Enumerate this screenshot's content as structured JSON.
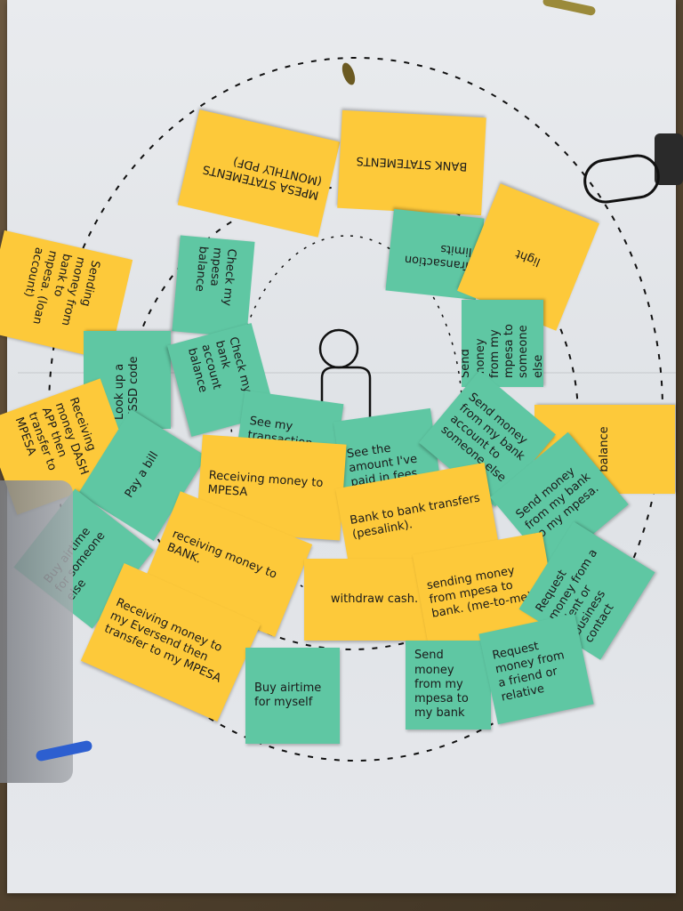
{
  "notes": [
    {
      "id": "mpesa-statements",
      "text": "MPESA STATEMENTS (MONTHLY PDF)"
    },
    {
      "id": "bank-statements",
      "text": "BANK STATEMENTS"
    },
    {
      "id": "sending-bank-to-mpesa",
      "text": "Sending money from bank to mpesa. (loan account)"
    },
    {
      "id": "transaction-limits",
      "text": "Transaction limits"
    },
    {
      "id": "light",
      "text": "light"
    },
    {
      "id": "check-mpesa-balance",
      "text": "Check my mpesa balance"
    },
    {
      "id": "send-mpesa-to-someone",
      "text": "Send money from my mpesa to someone else"
    },
    {
      "id": "look-up-ussd",
      "text": "Look up a USSD code"
    },
    {
      "id": "check-bank-balance",
      "text": "Check my bank account balance"
    },
    {
      "id": "receiving-dash-app",
      "text": "Receiving money DASH APP then transfer to MPESA"
    },
    {
      "id": "balance",
      "text": "balance"
    },
    {
      "id": "transaction-history",
      "text": "See my transaction history"
    },
    {
      "id": "amount-paid-fees",
      "text": "See the amount I've paid in fees"
    },
    {
      "id": "send-bank-to-someone",
      "text": "Send money from my bank account to someone else"
    },
    {
      "id": "pay-a-bill",
      "text": "Pay a bill"
    },
    {
      "id": "receiving-to-mpesa",
      "text": "Receiving money to MPESA"
    },
    {
      "id": "bank-to-bank",
      "text": "Bank to bank transfers (pesalink)."
    },
    {
      "id": "send-bank-to-mpesa",
      "text": "Send money from my bank to my mpesa."
    },
    {
      "id": "buy-airtime-someone",
      "text": "Buy airtime for someone else"
    },
    {
      "id": "receiving-to-bank",
      "text": "receiving money to BANK."
    },
    {
      "id": "withdraw-cash",
      "text": "withdraw cash."
    },
    {
      "id": "sending-mpesa-to-bank",
      "text": "sending money from mpesa to bank. (me-to-me)"
    },
    {
      "id": "request-client",
      "text": "Request money from a client or business contact"
    },
    {
      "id": "receiving-eversend",
      "text": "Receiving money to my Eversend then transfer to my MPESA"
    },
    {
      "id": "buy-airtime-myself",
      "text": "Buy airtime for myself"
    },
    {
      "id": "send-mpesa-to-bank",
      "text": "Send money from my mpesa to my bank"
    },
    {
      "id": "request-friend",
      "text": "Request money from a friend or relative"
    }
  ],
  "colors": {
    "yellow": "#fdc93a",
    "green": "#5fc7a3",
    "paper": "#e6e8ec"
  }
}
